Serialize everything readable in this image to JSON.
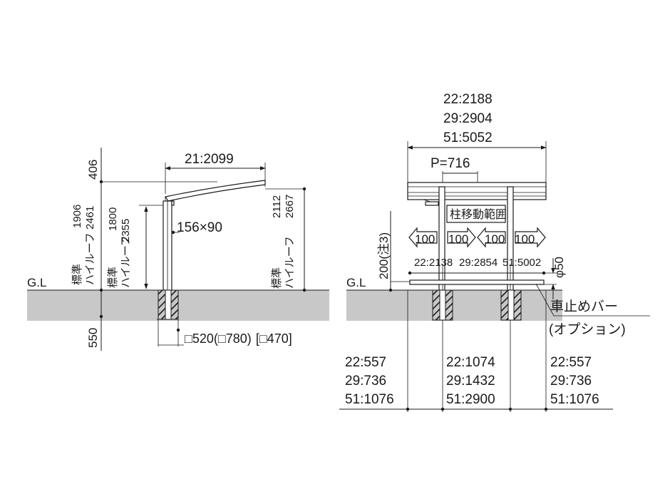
{
  "ground_label": "G.L",
  "side_view": {
    "top_offset": "406",
    "depth_span": "21:2099",
    "post_section": "156×90",
    "post_height_std": "1906",
    "post_height_high": "2461",
    "left_label_std": "標準",
    "left_label_high": "ハイルーフ",
    "inner_height_std": "1800",
    "inner_height_high": "2355",
    "inner_label_std": "標準",
    "inner_label_high": "ハイルーフ",
    "front_height_std": "2112",
    "front_height_high": "2667",
    "front_label_std": "標準",
    "front_label_high": "ハイルーフ",
    "foundation_depth": "550",
    "footing_prefix": "□520(",
    "footing_mid": "□780)",
    "footing_end": "[□470]"
  },
  "front_view": {
    "width_lines": [
      "22:2188",
      "29:2904",
      "51:5052"
    ],
    "pitch": "P=716",
    "post_move_range": "柱移動範囲",
    "move_arrows": [
      "100",
      "100",
      "100",
      "100"
    ],
    "bar_height": "200(注3)",
    "bar_spans": [
      "22:2138",
      "29:2854",
      "51:5002"
    ],
    "bar_diameter": "φ50",
    "bar_name": "車止めバー",
    "bar_option": "(オプション)",
    "bottom_left": [
      "22:557",
      "29:736",
      "51:1076"
    ],
    "bottom_center": [
      "22:1074",
      "29:1432",
      "51:2900"
    ],
    "bottom_right": [
      "22:557",
      "29:736",
      "51:1076"
    ]
  },
  "colors": {
    "ground": "#c8c8c8",
    "line": "#1a1a1a",
    "background": "#ffffff"
  }
}
